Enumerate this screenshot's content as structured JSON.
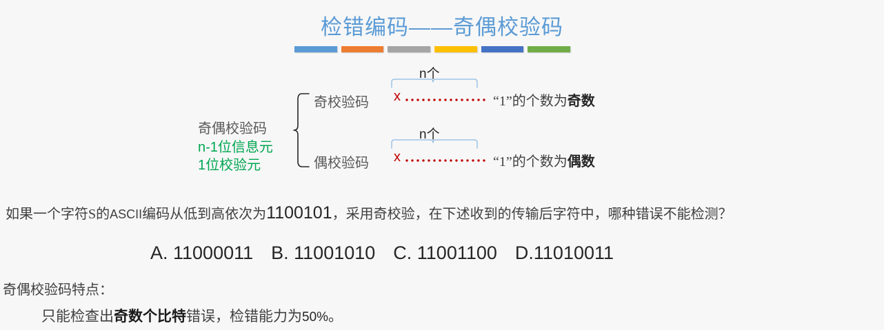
{
  "slide": {
    "title": "检错编码——奇偶校验码",
    "accent_color": "#5b9bd5",
    "background_color": "#f7f7f7",
    "bars": [
      {
        "name": "bar-blue",
        "color": "#5b9bd5"
      },
      {
        "name": "bar-orange",
        "color": "#ed7d31"
      },
      {
        "name": "bar-gray",
        "color": "#a5a5a5"
      },
      {
        "name": "bar-yellow",
        "color": "#ffc000"
      },
      {
        "name": "bar-dark-blue",
        "color": "#4472c4"
      },
      {
        "name": "bar-green",
        "color": "#70ad47"
      }
    ]
  },
  "diagram": {
    "root_label": "奇偶校验码",
    "root_notes": [
      "n-1位信息元",
      "1位校验元"
    ],
    "note_color": "#00a651",
    "branches": [
      {
        "name": "奇校验码",
        "count_label": "n个",
        "code_mark": "x",
        "code_mark_color": "#c00000",
        "description_prefix": "“1”的个数为",
        "description_emphasis": "奇数"
      },
      {
        "name": "偶校验码",
        "count_label": "n个",
        "code_mark": "x",
        "code_mark_color": "#c00000",
        "description_prefix": "“1”的个数为",
        "description_emphasis": "偶数"
      }
    ]
  },
  "question": {
    "part1": "如果一个字符S的",
    "ascii": "ASCII",
    "part2": "编码从低到高依次为",
    "code": "1100101",
    "part3": "，采用奇校验，在下述收到的传输后字符中，哪种错误不能检测？",
    "options": [
      "A. 11000011",
      "B. 11001010",
      "C. 11001100",
      "D.11010011"
    ]
  },
  "summary": {
    "heading": "奇偶校验码特点：",
    "body_prefix": "只能检查出",
    "body_emphasis": "奇数个比特",
    "body_middle": "错误，检错能力为",
    "body_percent": "50%",
    "body_suffix": "。"
  }
}
